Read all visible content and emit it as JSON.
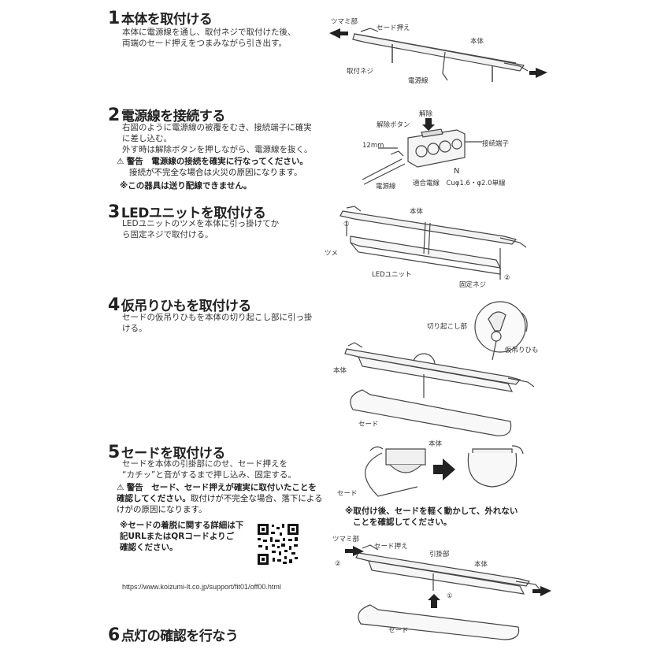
{
  "step1": {
    "num": "1",
    "title": "本体を取付ける",
    "desc": [
      "本体に電源線を通し、取付ネジで取付けた後、",
      "両端のセード押えをつまみながら引き出す。"
    ],
    "labels": {
      "tsumami": "ツマミ部",
      "shade_holder": "セード押え",
      "body": "本体",
      "screw": "取付ネジ",
      "cable": "電源線"
    }
  },
  "step2": {
    "num": "2",
    "title": "電源線を接続する",
    "desc": [
      "右図のように電源線の被覆をむき、接続端子に確実",
      "に差し込む。",
      "外す時は解除ボタンを押しながら、電源線を抜く。"
    ],
    "warning_label": "警告",
    "warning_bold": "電源線の接続を確実に行なってください。",
    "warning_rest": "接続が不完全な場合は火災の原因になります。",
    "note": "※この器具は送り配線できません。",
    "labels": {
      "release": "解除",
      "release_button": "解除ボタン",
      "strip_length": "12mm",
      "terminal": "接続端子",
      "neutral": "N",
      "cable": "電源線",
      "wire_spec": "適合電線　Cuφ1.6・φ2.0単線"
    }
  },
  "step3": {
    "num": "3",
    "title": "LEDユニットを取付ける",
    "desc": [
      "LEDユニットのツメを本体に引っ掛けてか",
      "ら固定ネジで取付ける。"
    ],
    "labels": {
      "body": "本体",
      "mark1": "①",
      "tab": "ツメ",
      "led_unit": "LEDユニット",
      "fix_screw": "固定ネジ",
      "mark2": "②"
    }
  },
  "step4": {
    "num": "4",
    "title": "仮吊りひもを取付ける",
    "desc": [
      "セードの仮吊りひもを本体の切り起こし部に引っ掛",
      "ける。"
    ],
    "labels": {
      "cutout": "切り起こし部",
      "string": "仮吊りひも",
      "body": "本体",
      "shade": "セード"
    }
  },
  "step5": {
    "num": "5",
    "title": "セードを取付ける",
    "desc": [
      "セードを本体の引掛部にのせ、セード押えを",
      "“カチッ”と音がするまで押し込み、固定する。"
    ],
    "warning_label": "警告",
    "warning_bold": "セード、セード押えが確実に取付いたことを確認してください。",
    "warning_rest": "取付けが不完全な場合、落下によるけがの原因になります。",
    "note": [
      "※セードの着脱に関する詳細は下",
      "記URLまたはQRコードよりご",
      "確認ください。"
    ],
    "url": "https://www.koizumi-lt.co.jp/support/fit01/off00.html",
    "after_note": [
      "※取付け後、セードを軽く動かして、外れない",
      "ことを確認してください。"
    ],
    "labels": {
      "body": "本体",
      "shade": "セード",
      "tsumami": "ツマミ部",
      "mark2": "②",
      "shade_holder": "セード押え",
      "hook": "引掛部",
      "body2": "本体",
      "mark1": "①",
      "shade2": "セード"
    }
  },
  "step6": {
    "num": "6",
    "title": "点灯の確認を行なう"
  },
  "colors": {
    "ink": "#222222",
    "line": "#444444",
    "fill": "#eeeeee"
  }
}
